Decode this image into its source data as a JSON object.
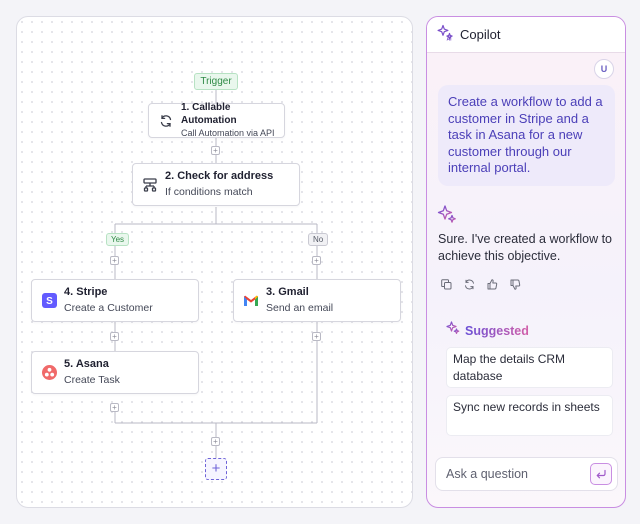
{
  "canvas": {
    "trigger_tag": "Trigger",
    "yes_tag": "Yes",
    "no_tag": "No",
    "nodes": [
      {
        "title": "1. Callable Automation",
        "subtitle": "Call Automation via API"
      },
      {
        "title": "2. Check for address",
        "subtitle": "If conditions match"
      },
      {
        "title": "4. Stripe",
        "subtitle": "Create a Customer"
      },
      {
        "title": "3. Gmail",
        "subtitle": "Send an email"
      },
      {
        "title": "5. Asana",
        "subtitle": "Create Task"
      }
    ],
    "add_symbol": "+"
  },
  "copilot": {
    "title": "Copilot",
    "avatar_initial": "U",
    "user_message": "Create a workflow to add a customer in Stripe and a task in Asana for a new customer through our internal portal.",
    "bot_message": "Sure. I've created a workflow to achieve this objective.",
    "actions": [
      "copy-icon",
      "regenerate-icon",
      "thumbs-up-icon",
      "thumbs-down-icon"
    ],
    "suggested_title": "Suggested",
    "suggestions": [
      "Map the details  CRM database",
      "Sync new records in sheets"
    ],
    "ask_placeholder": "Ask a question"
  },
  "colors": {
    "accent": "#6e63d8",
    "copilot_border": "#c98ee2",
    "yes_green": "#2f8a46",
    "stripe": "#635bff",
    "asana": "#f06a6a"
  }
}
